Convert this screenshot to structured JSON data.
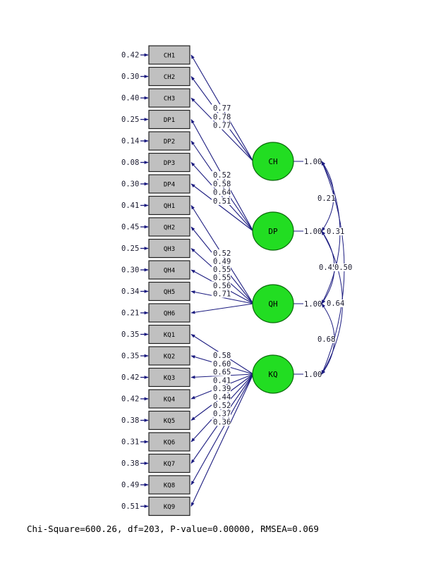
{
  "colors": {
    "box_fill": "#c0c0c0",
    "box_stroke": "#202020",
    "latent_fill": "#22dd22",
    "latent_stroke": "#0a6a0a",
    "path": "#1c1c80",
    "text": "#1a1a2e"
  },
  "observed": [
    {
      "name": "CH1",
      "error": "0.42"
    },
    {
      "name": "CH2",
      "error": "0.30"
    },
    {
      "name": "CH3",
      "error": "0.40"
    },
    {
      "name": "DP1",
      "error": "0.25"
    },
    {
      "name": "DP2",
      "error": "0.14"
    },
    {
      "name": "DP3",
      "error": "0.08"
    },
    {
      "name": "DP4",
      "error": "0.30"
    },
    {
      "name": "QH1",
      "error": "0.41"
    },
    {
      "name": "QH2",
      "error": "0.45"
    },
    {
      "name": "QH3",
      "error": "0.25"
    },
    {
      "name": "QH4",
      "error": "0.30"
    },
    {
      "name": "QH5",
      "error": "0.34"
    },
    {
      "name": "QH6",
      "error": "0.21"
    },
    {
      "name": "KQ1",
      "error": "0.35"
    },
    {
      "name": "KQ2",
      "error": "0.35"
    },
    {
      "name": "KQ3",
      "error": "0.42"
    },
    {
      "name": "KQ4",
      "error": "0.42"
    },
    {
      "name": "KQ5",
      "error": "0.38"
    },
    {
      "name": "KQ6",
      "error": "0.31"
    },
    {
      "name": "KQ7",
      "error": "0.38"
    },
    {
      "name": "KQ8",
      "error": "0.49"
    },
    {
      "name": "KQ9",
      "error": "0.51"
    }
  ],
  "latents": [
    {
      "name": "CH",
      "variance": "1.00",
      "indicators": [
        0,
        1,
        2
      ],
      "loadings": [
        "0.77",
        "0.78",
        "0.77"
      ]
    },
    {
      "name": "DP",
      "variance": "1.00",
      "indicators": [
        3,
        4,
        5,
        6
      ],
      "loadings": [
        "0.52",
        "0.58",
        "0.64",
        "0.51"
      ]
    },
    {
      "name": "QH",
      "variance": "1.00",
      "indicators": [
        7,
        8,
        9,
        10,
        11,
        12
      ],
      "loadings": [
        "0.52",
        "0.49",
        "0.55",
        "0.55",
        "0.56",
        "0.71"
      ]
    },
    {
      "name": "KQ",
      "variance": "1.00",
      "indicators": [
        13,
        14,
        15,
        16,
        17,
        18,
        19,
        20,
        21
      ],
      "loadings": [
        "0.58",
        "0.60",
        "0.65",
        "0.41",
        "0.39",
        "0.44",
        "0.52",
        "0.37",
        "0.36"
      ]
    }
  ],
  "covariances": [
    {
      "from": "CH",
      "to": "DP",
      "value": "0.21"
    },
    {
      "from": "DP",
      "to": "QH",
      "value": "0.31"
    },
    {
      "from": "CH",
      "to": "QH",
      "value": "0.45"
    },
    {
      "from": "CH",
      "to": "KQ",
      "value": "0.50"
    },
    {
      "from": "QH",
      "to": "KQ",
      "value": "0.64"
    },
    {
      "from": "DP",
      "to": "KQ",
      "value": "0.68"
    }
  ],
  "fit_text": "Chi-Square=600.26, df=203, P-value=0.00000, RMSEA=0.069"
}
